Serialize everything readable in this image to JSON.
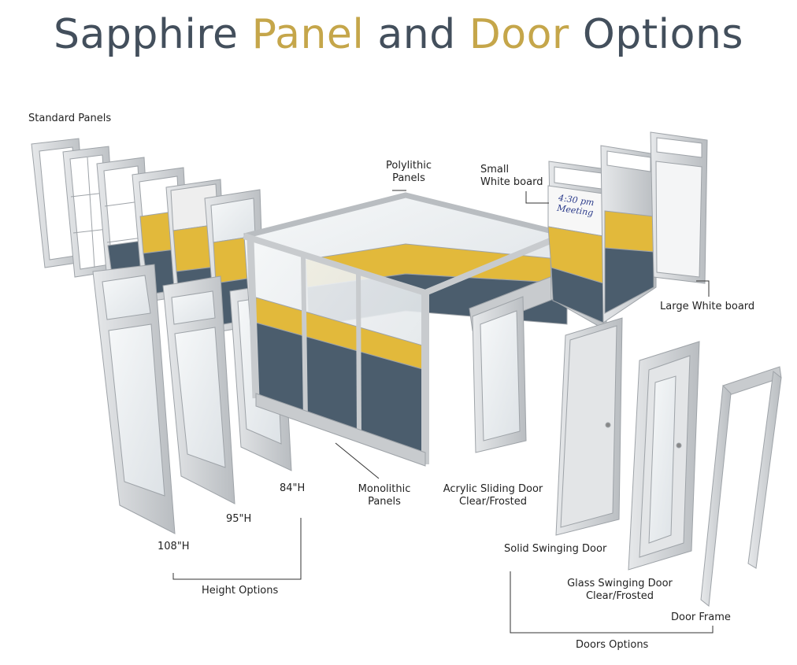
{
  "title": {
    "part1": "Sapphire",
    "part2": "Panel",
    "part3": "and",
    "part4": "Door",
    "part5": "Options"
  },
  "labels": {
    "standard_panels": "Standard Panels",
    "polylithic_line1": "Polylithic",
    "polylithic_line2": "Panels",
    "small_wb_line1": "Small",
    "small_wb_line2": "White board",
    "whiteboard_text_line1": "4:30 pm",
    "whiteboard_text_line2": "Meeting",
    "large_wb": "Large White board",
    "h84": "84\"H",
    "h95": "95\"H",
    "h108": "108\"H",
    "height_options": "Height Options",
    "monolithic_line1": "Monolithic",
    "monolithic_line2": "Panels",
    "acrylic_line1": "Acrylic Sliding Door",
    "acrylic_line2": "Clear/Frosted",
    "solid_door": "Solid Swinging Door",
    "glass_line1": "Glass Swinging Door",
    "glass_line2": "Clear/Frosted",
    "door_frame": "Door Frame",
    "doors_options": "Doors Options"
  },
  "colors": {
    "title_dark": "#434f5c",
    "title_accent": "#c5a64a",
    "frame": "#d4d6d9",
    "frame_dark": "#9ea3a8",
    "yellow": "#e2b93b",
    "slate": "#4b5d6d",
    "glass": "#eef1f3",
    "whiteboard": "#f7f7f7",
    "marker": "#2a3a8a"
  }
}
